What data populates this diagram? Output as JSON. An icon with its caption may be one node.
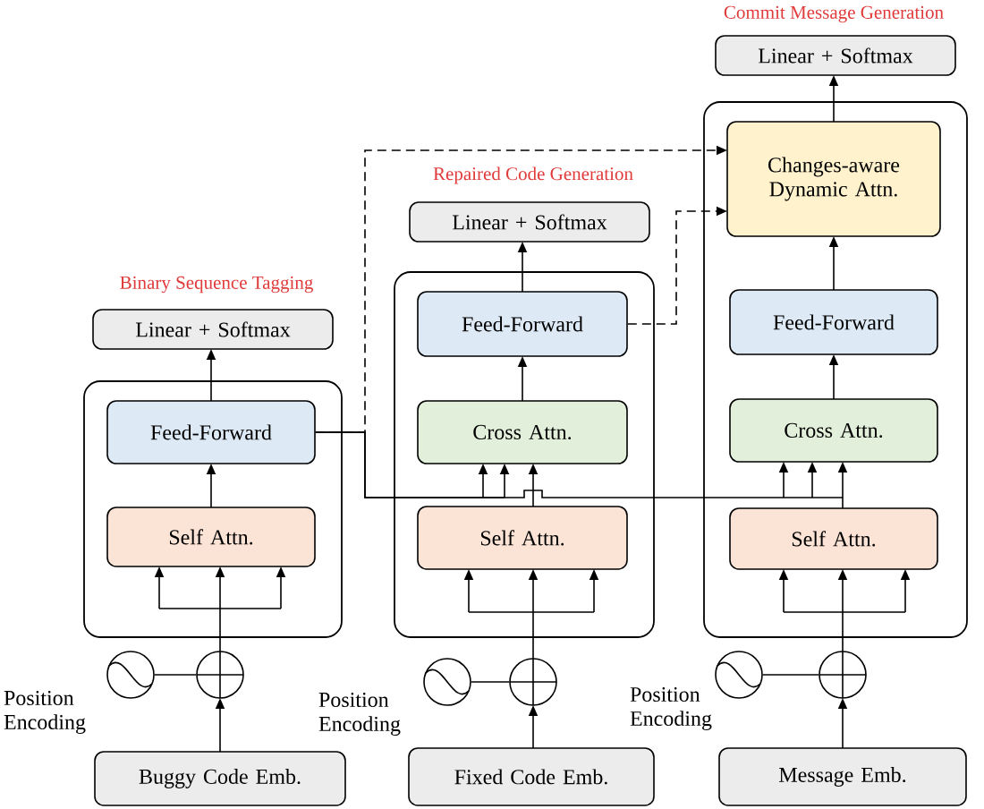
{
  "diagram": {
    "nodes": [
      {
        "text": [
          "Linear + Softmax"
        ],
        "beside": [
          "Binary Sequence Tagging"
        ]
      },
      {
        "text": [],
        "shape": "box"
      },
      {
        "text": [
          "Feed-Forward"
        ],
        "in": 1
      },
      {
        "text": [
          "Self Attn."
        ],
        "in": 1
      },
      {
        "text": [],
        "shape": "circle",
        "beside": [
          "Position Encoding"
        ]
      },
      {
        "text": [],
        "shape": "circle"
      },
      {
        "text": [
          "Buggy Code Emb."
        ]
      },
      {
        "text": [
          "Linear + Softmax"
        ],
        "beside": [
          "Repaired Code Generation"
        ]
      },
      {
        "text": [],
        "shape": "box"
      },
      {
        "text": [
          "Feed-Forward"
        ],
        "in": 8
      },
      {
        "text": [
          "Cross Attn."
        ],
        "in": 8
      },
      {
        "text": [
          "Self Attn."
        ],
        "in": 8
      },
      {
        "text": [],
        "shape": "circle",
        "beside": [
          "Position Encoding"
        ]
      },
      {
        "text": [],
        "shape": "circle"
      },
      {
        "text": [
          "Fixed Code Emb."
        ]
      },
      {
        "text": [
          "Linear + Softmax"
        ],
        "beside": [
          "Commit Message Generation"
        ]
      },
      {
        "text": [],
        "shape": "box"
      },
      {
        "text": [
          "Changes-aware Dynamic Attn."
        ],
        "in": 16
      },
      {
        "text": [
          "Feed-Forward"
        ],
        "in": 16
      },
      {
        "text": [
          "Cross Attn."
        ],
        "in": 16
      },
      {
        "text": [
          "Self Attn."
        ],
        "in": 16
      },
      {
        "text": [],
        "shape": "circle",
        "beside": [
          "Position Encoding"
        ]
      },
      {
        "text": [],
        "shape": "circle"
      },
      {
        "text": [
          "Message Emb."
        ]
      }
    ],
    "edges": [
      {
        "from": 6,
        "to": 5,
        "arrow": "to"
      },
      {
        "from": 4,
        "to": 5,
        "arrow": "none"
      },
      {
        "from": 5,
        "to": 3,
        "arrow": "to"
      },
      {
        "from": 3,
        "to": 2,
        "arrow": "to"
      },
      {
        "from": 2,
        "to": 0,
        "arrow": "to"
      },
      {
        "from": 14,
        "to": 13,
        "arrow": "to"
      },
      {
        "from": 12,
        "to": 13,
        "arrow": "none"
      },
      {
        "from": 13,
        "to": 11,
        "arrow": "to"
      },
      {
        "from": 11,
        "to": 10,
        "arrow": "to"
      },
      {
        "from": 10,
        "to": 9,
        "arrow": "to"
      },
      {
        "from": 9,
        "to": 7,
        "arrow": "to"
      },
      {
        "from": 23,
        "to": 22,
        "arrow": "to"
      },
      {
        "from": 21,
        "to": 22,
        "arrow": "none"
      },
      {
        "from": 22,
        "to": 20,
        "arrow": "to"
      },
      {
        "from": 20,
        "to": 19,
        "arrow": "to"
      },
      {
        "from": 19,
        "to": 18,
        "arrow": "to"
      },
      {
        "from": 18,
        "to": 17,
        "arrow": "to"
      },
      {
        "from": 17,
        "to": 15,
        "arrow": "to"
      },
      {
        "from": 2,
        "to": 10,
        "arrow": "to"
      },
      {
        "from": 2,
        "to": 19,
        "arrow": "to"
      },
      {
        "from": 2,
        "to": 17,
        "arrow": "to",
        "style": "dashed"
      },
      {
        "from": 9,
        "to": 17,
        "arrow": "to",
        "style": "dashed"
      }
    ]
  }
}
